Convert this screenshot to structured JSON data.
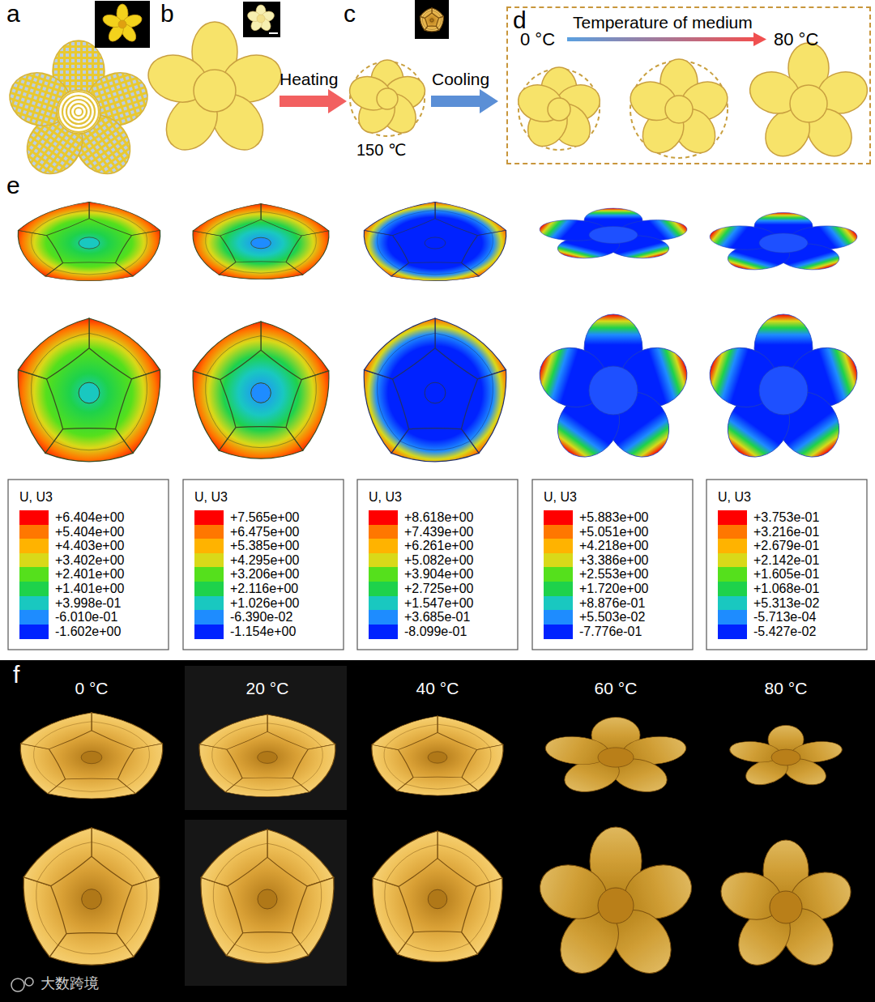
{
  "diagram": {
    "nodes": [
      {
        "text": [
          "d",
          "Temperature of medium",
          "0 °C",
          "80 °C"
        ]
      }
    ],
    "labels": [
      "a",
      "b",
      "c",
      "Heating",
      "Cooling",
      "150 ℃",
      "e",
      "U, U3",
      "U, U3",
      "U, U3",
      "U, U3",
      "U, U3",
      "f",
      "0 °C",
      "20 °C",
      "40 °C",
      "60 °C",
      "80 °C",
      "大数跨境"
    ],
    "legend": [
      {
        "text": "+6.404e+00",
        "color": "#ff0000"
      },
      {
        "text": "+5.404e+00",
        "color": "#ff7700"
      },
      {
        "text": "+4.403e+00",
        "color": "#ffb300"
      },
      {
        "text": "+3.402e+00",
        "color": "#d9d919"
      },
      {
        "text": "+2.401e+00",
        "color": "#55e01c"
      },
      {
        "text": "+1.401e+00",
        "color": "#1ed24b"
      },
      {
        "text": "+3.998e-01",
        "color": "#19c8c0"
      },
      {
        "text": "-6.010e-01",
        "color": "#1e8cff"
      },
      {
        "text": "-1.602e+00",
        "color": "#0022ff"
      },
      {
        "text": "+7.565e+00",
        "color": "#ff0000"
      },
      {
        "text": "+6.475e+00",
        "color": "#ff7700"
      },
      {
        "text": "+5.385e+00",
        "color": "#ffb300"
      },
      {
        "text": "+4.295e+00",
        "color": "#d9d919"
      },
      {
        "text": "+3.206e+00",
        "color": "#55e01c"
      },
      {
        "text": "+2.116e+00",
        "color": "#1ed24b"
      },
      {
        "text": "+1.026e+00",
        "color": "#19c8c0"
      },
      {
        "text": "-6.390e-02",
        "color": "#1e8cff"
      },
      {
        "text": "-1.154e+00",
        "color": "#0022ff"
      },
      {
        "text": "+8.618e+00",
        "color": "#ff0000"
      },
      {
        "text": "+7.439e+00",
        "color": "#ff7700"
      },
      {
        "text": "+6.261e+00",
        "color": "#ffb300"
      },
      {
        "text": "+5.082e+00",
        "color": "#d9d919"
      },
      {
        "text": "+3.904e+00",
        "color": "#55e01c"
      },
      {
        "text": "+2.725e+00",
        "color": "#1ed24b"
      },
      {
        "text": "+1.547e+00",
        "color": "#19c8c0"
      },
      {
        "text": "+3.685e-01",
        "color": "#1e8cff"
      },
      {
        "text": "-8.099e-01",
        "color": "#0022ff"
      },
      {
        "text": "+5.883e+00",
        "color": "#ff0000"
      },
      {
        "text": "+5.051e+00",
        "color": "#ff7700"
      },
      {
        "text": "+4.218e+00",
        "color": "#ffb300"
      },
      {
        "text": "+3.386e+00",
        "color": "#d9d919"
      },
      {
        "text": "+2.553e+00",
        "color": "#55e01c"
      },
      {
        "text": "+1.720e+00",
        "color": "#1ed24b"
      },
      {
        "text": "+8.876e-01",
        "color": "#19c8c0"
      },
      {
        "text": "+5.503e-02",
        "color": "#1e8cff"
      },
      {
        "text": "-7.776e-01",
        "color": "#0022ff"
      },
      {
        "text": "+3.753e-01",
        "color": "#ff0000"
      },
      {
        "text": "+3.216e-01",
        "color": "#ff7700"
      },
      {
        "text": "+2.679e-01",
        "color": "#ffb300"
      },
      {
        "text": "+2.142e-01",
        "color": "#d9d919"
      },
      {
        "text": "+1.605e-01",
        "color": "#55e01c"
      },
      {
        "text": "+1.068e-01",
        "color": "#1ed24b"
      },
      {
        "text": "+5.313e-02",
        "color": "#19c8c0"
      },
      {
        "text": "-5.713e-04",
        "color": "#1e8cff"
      },
      {
        "text": "-5.427e-02",
        "color": "#0022ff"
      }
    ]
  }
}
